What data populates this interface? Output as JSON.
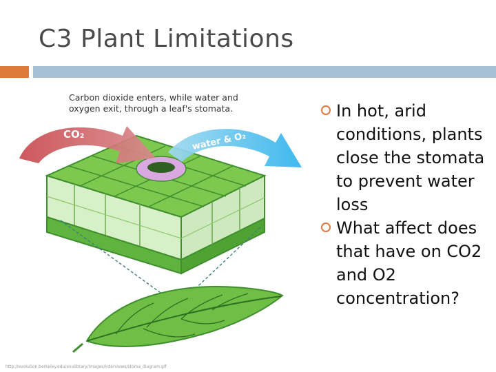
{
  "slide": {
    "title": "C3 Plant Limitations",
    "colors": {
      "accent": "#e0793c",
      "bar": "#a7bfd3",
      "title": "#4a4a4a"
    }
  },
  "figure": {
    "caption": "Carbon dioxide enters, while water and oxygen exit, through a leaf's stomata.",
    "co2_label": "CO₂",
    "water_label": "water & O₂",
    "source": "http://evolution.berkeley.edu/evolibrary/images/interviews/stoma_diagram.gif"
  },
  "bullets": [
    {
      "icon": "circle-bullet-icon",
      "text": "In hot, arid conditions, plants close the stomata to prevent water loss"
    },
    {
      "icon": "circle-bullet-icon",
      "text": "What affect does that have on CO2 and O2 concentration?"
    }
  ]
}
